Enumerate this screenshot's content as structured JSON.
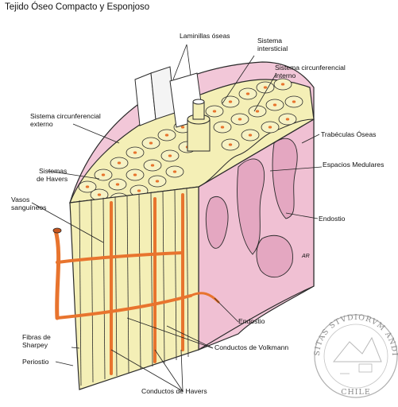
{
  "title": "Tejido Óseo Compacto y Esponjoso",
  "labels": {
    "laminillas_oseas": "Laminillas óseas",
    "sistema_intersticial_1": "Sistema",
    "sistema_intersticial_2": "intersticial",
    "circ_interno_1": "Sistema circunferencial",
    "circ_interno_2": "interno",
    "circ_externo_1": "Sistema circunferencial",
    "circ_externo_2": "externo",
    "trabeculas": "Trabéculas Óseas",
    "havers_1": "Sistemas",
    "havers_2": "de Havers",
    "espacios_medulares": "Espacios Medulares",
    "vasos_1": "Vasos",
    "vasos_2": "sanguíneos",
    "endostio_right": "Endostio",
    "endostio_bottom": "Endostio",
    "fibras_1": "Fibras de",
    "fibras_2": "Sharpey",
    "periostio": "Periostio",
    "volkmann": "Conductos de Volkmann",
    "conductos_havers": "Conductos de Havers",
    "signature": "AR"
  },
  "seal": {
    "text": "UNIVERSITAS STVDIORVM ANDINENSIS",
    "bottom": "CHILE"
  },
  "colors": {
    "outline": "#2a2a2a",
    "bone_yellow": "#f4efb6",
    "bone_shade": "#e9e49c",
    "marrow_pink": "#f2c7d8",
    "marrow_deep": "#e4a7c1",
    "vessel": "#e8742e",
    "leader": "#222222"
  }
}
